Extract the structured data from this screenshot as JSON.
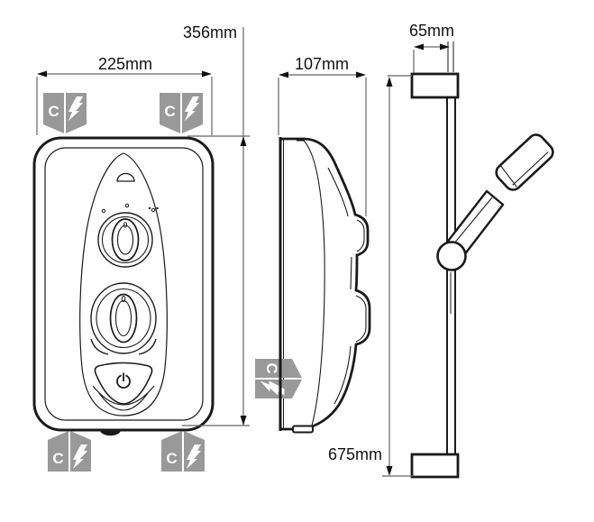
{
  "drawing": {
    "type": "technical-dimension-diagram",
    "subject": "electric-shower-unit-front-side-and-riser-rail"
  },
  "labels": {
    "front_width": "225mm",
    "front_height": "356mm",
    "side_depth": "107mm",
    "rail_bracket_width": "65mm",
    "rail_length": "675mm"
  },
  "cable_entry": {
    "letter": "C",
    "symbol": "lightning-bolt",
    "color": "#999999"
  },
  "colors": {
    "outline": "#1a1a1a",
    "dimension_line": "#666666",
    "arrow": "#111111",
    "background": "#ffffff"
  }
}
